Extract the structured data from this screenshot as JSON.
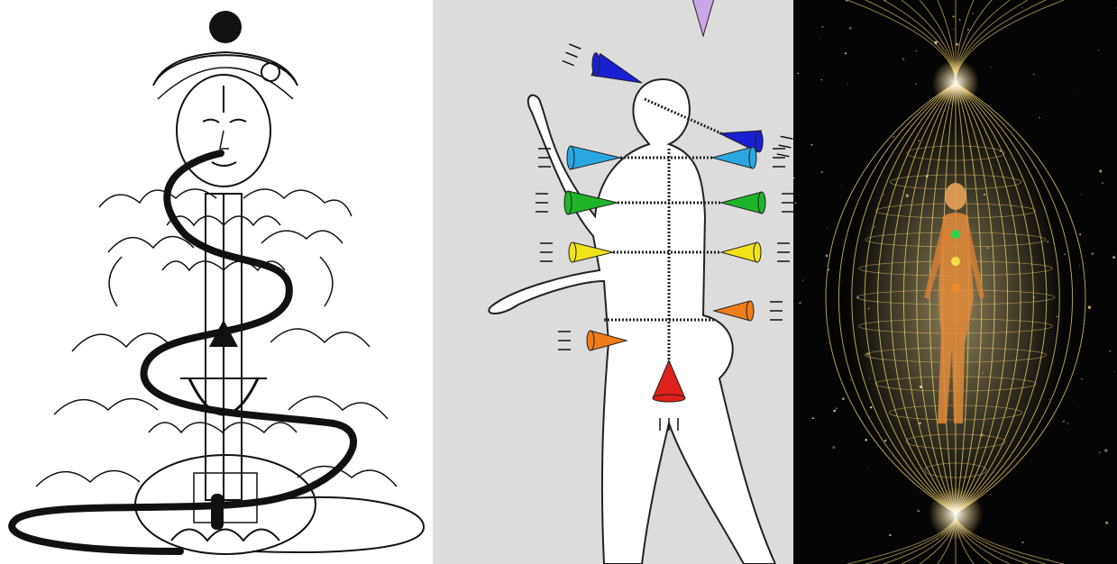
{
  "panels": [
    {
      "id": "tantric-figure",
      "colors": {
        "ink": "#111111",
        "paper": "#ffffff"
      }
    },
    {
      "id": "chakra-funnels-figure",
      "colors": {
        "background": "#dcdcdc",
        "body": "#ffffff",
        "outline": "#222222"
      },
      "chakras": [
        {
          "side": "crown",
          "color": "#c9a6e8"
        },
        {
          "side": "front-brow",
          "color": "#1a1fd1"
        },
        {
          "side": "back-brow",
          "color": "#1a1fd1"
        },
        {
          "side": "front-throat",
          "color": "#2aa7e0"
        },
        {
          "side": "back-throat",
          "color": "#2aa7e0"
        },
        {
          "side": "front-heart",
          "color": "#1fb52a"
        },
        {
          "side": "back-heart",
          "color": "#1fb52a"
        },
        {
          "side": "front-solar",
          "color": "#f2e21a"
        },
        {
          "side": "back-solar",
          "color": "#f2e21a"
        },
        {
          "side": "front-sacral",
          "color": "#f07c1a"
        },
        {
          "side": "back-sacral",
          "color": "#f07c1a"
        },
        {
          "side": "root",
          "color": "#e0201a"
        }
      ]
    },
    {
      "id": "energy-field-figure",
      "colors": {
        "space": "#050505",
        "light": "#f3d36a",
        "glow": "#ffe9a0",
        "figure": "#e08a3a"
      }
    }
  ]
}
